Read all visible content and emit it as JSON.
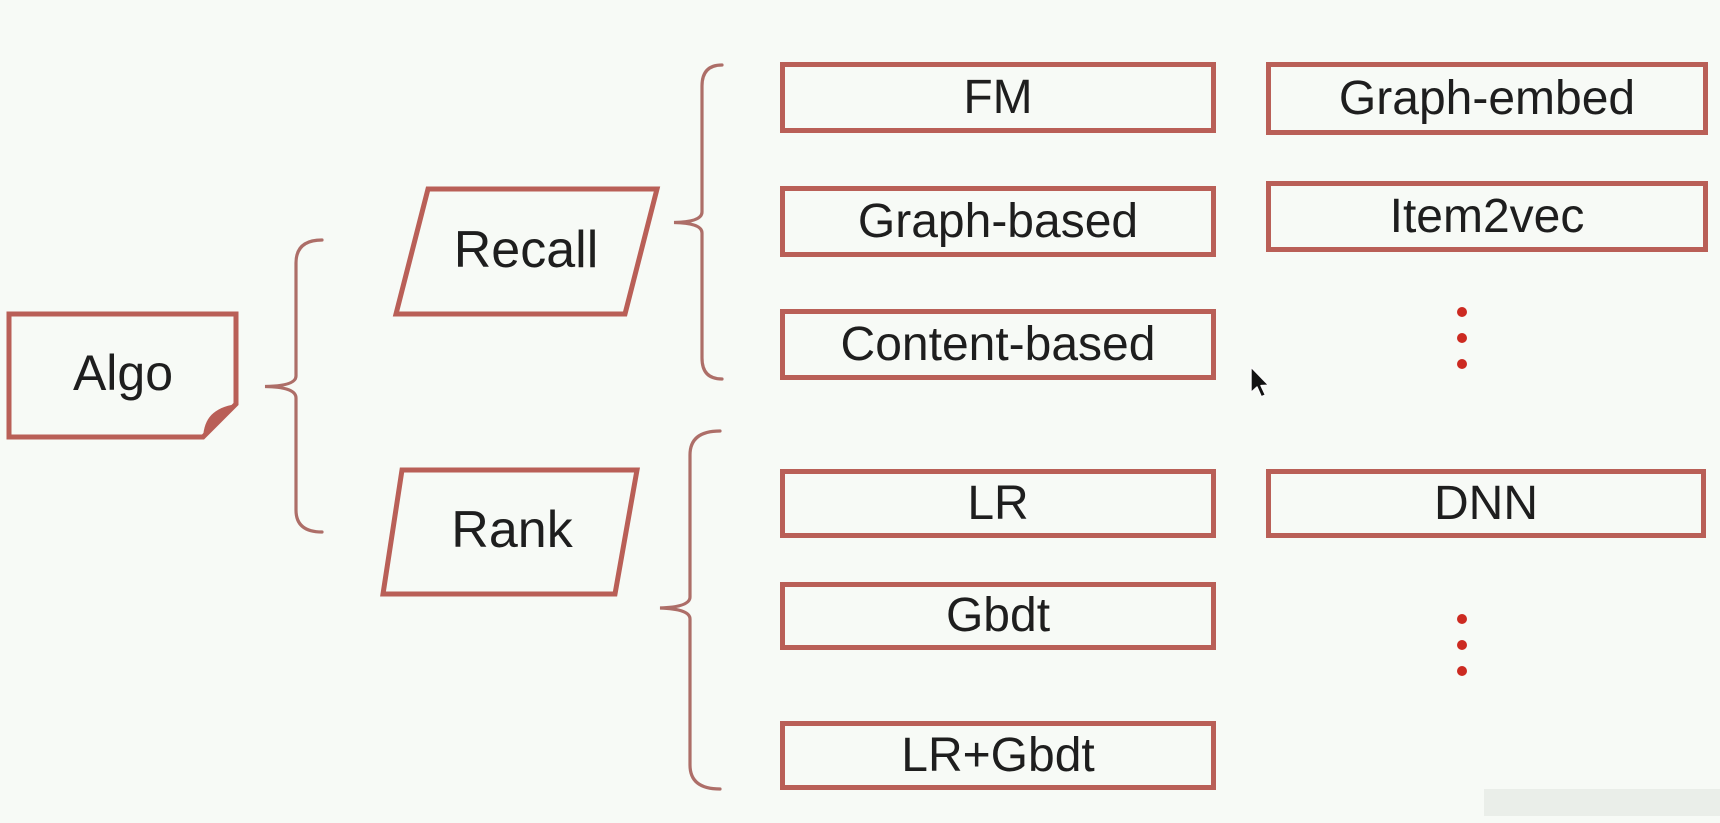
{
  "colors": {
    "background": "#f7faf6",
    "shape_border": "#b95f57",
    "brace": "#ad6e68",
    "ellipsis_dot": "#cc2a21",
    "text": "#1e1e1e"
  },
  "diagram": {
    "root": {
      "label": "Algo"
    },
    "groups": [
      {
        "stage": {
          "label": "Recall"
        },
        "methods": [
          "FM",
          "Graph-based",
          "Content-based",
          "Graph-embed",
          "Item2vec"
        ],
        "has_more": true
      },
      {
        "stage": {
          "label": "Rank"
        },
        "methods": [
          "LR",
          "Gbdt",
          "LR+Gbdt",
          "DNN"
        ],
        "has_more": true
      }
    ]
  },
  "cursor": {
    "visible": true
  }
}
